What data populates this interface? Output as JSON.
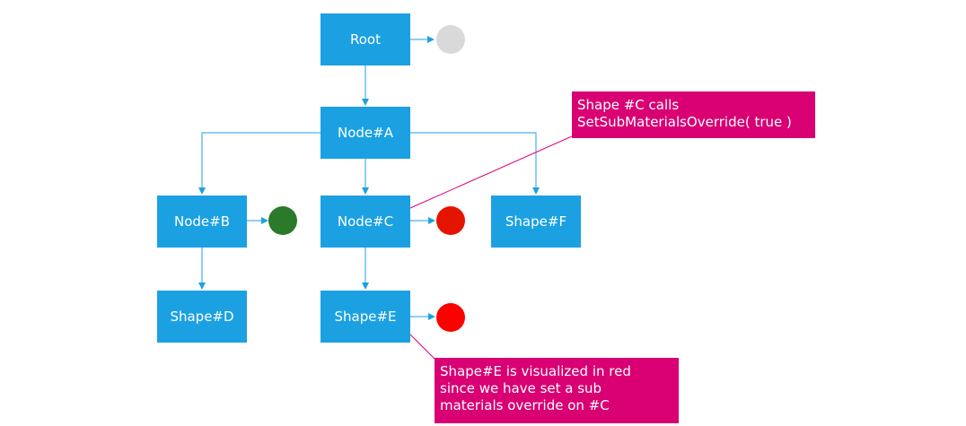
{
  "nodes": {
    "root": "Root",
    "node_a": "Node#A",
    "node_b": "Node#B",
    "node_c": "Node#C",
    "shape_f": "Shape#F",
    "shape_d": "Shape#D",
    "shape_e": "Shape#E"
  },
  "materials": {
    "root": {
      "color": "#d9d9d9"
    },
    "node_b": {
      "color": "#2a7a2a"
    },
    "node_c": {
      "color": "#e51400"
    },
    "shape_e": {
      "color": "#ff0000"
    }
  },
  "callouts": {
    "node_c": "Shape #C calls\nSetSubMaterialsOverride( true )",
    "shape_e": "Shape#E is visualized in red\nsince we have set a sub\nmaterials override on #C"
  },
  "colors": {
    "node_fill": "#1ba1e2",
    "callout_fill": "#d80073",
    "callout_line": "#d80073",
    "connector": "#1ba1e2"
  }
}
